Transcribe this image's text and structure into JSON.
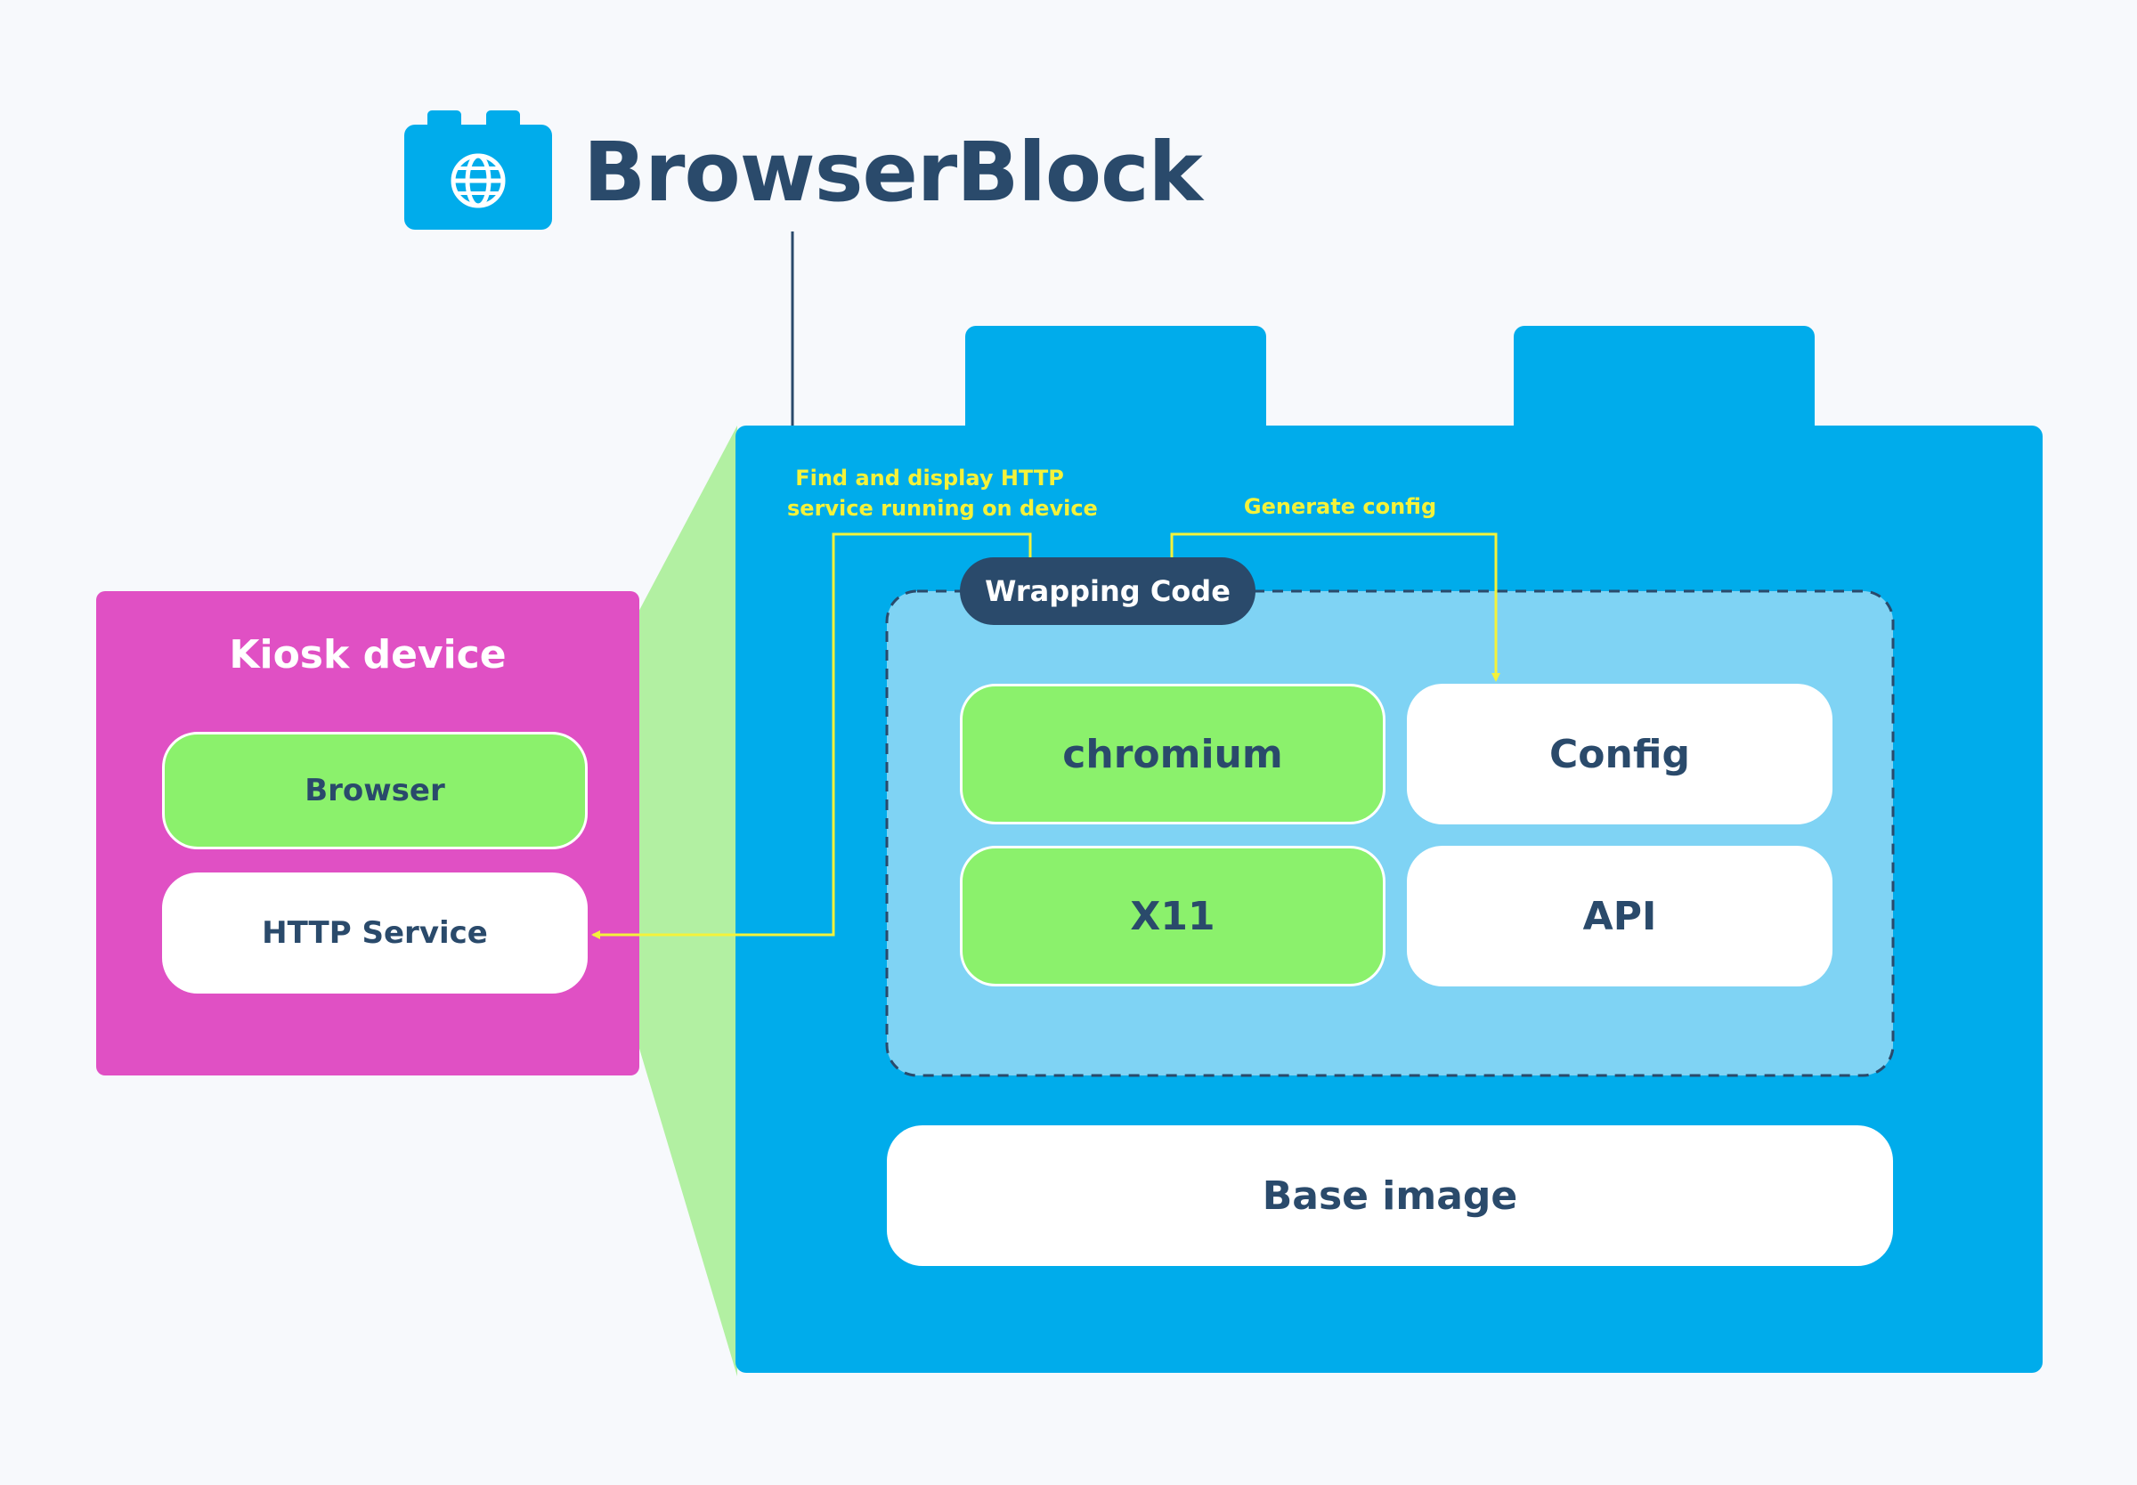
{
  "title": "BrowserBlock",
  "icons": {
    "logo": "globe-icon"
  },
  "colors": {
    "block": "#00aceb",
    "wrap_area": "#7fd3f4",
    "kiosk": "#e050c4",
    "green": "#8bf16c",
    "arrow": "#f4f23a",
    "text": "#2a4a6b"
  },
  "kiosk": {
    "title": "Kiosk device",
    "browser": "Browser",
    "http_service": "HTTP Service"
  },
  "annotations": {
    "find_display_line1": "Find and display HTTP",
    "find_display_line2": "service running on device",
    "generate_config": "Generate config"
  },
  "wrapping": {
    "label": "Wrapping Code",
    "chromium": "chromium",
    "config": "Config",
    "x11": "X11",
    "api": "API"
  },
  "base_image": "Base image"
}
